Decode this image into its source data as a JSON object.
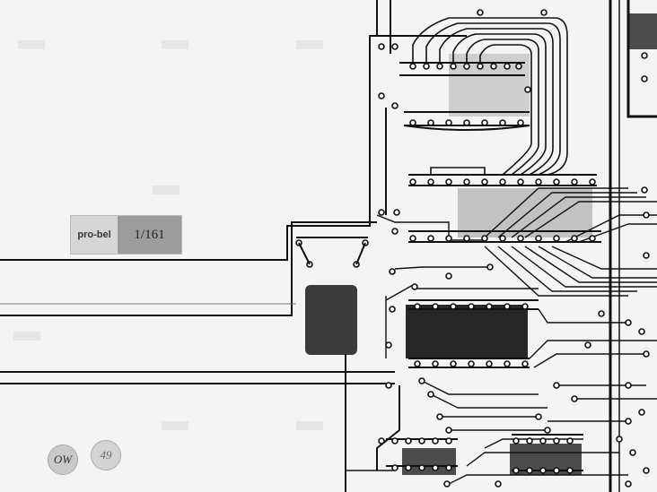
{
  "scene": {
    "description_free": true,
    "colors": {
      "background": "#f4f4f4",
      "trace": "#111111",
      "shadow": "#1a1a1a"
    }
  },
  "label": {
    "brand": "pro-bel",
    "code": "1/161"
  },
  "stamps": {
    "first": "OW",
    "second": "49"
  }
}
